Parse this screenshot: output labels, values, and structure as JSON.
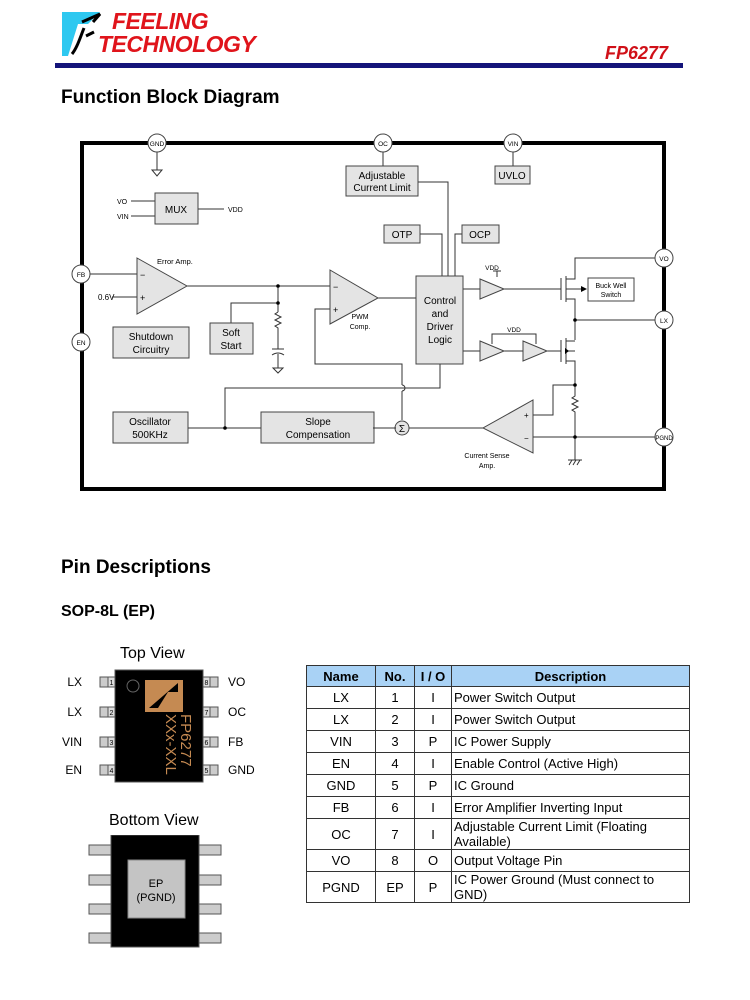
{
  "header": {
    "logo_line1": "FEELING",
    "logo_line2": "TECHNOLOGY",
    "part_number": "FP6277",
    "colors": {
      "brand_red": "#e0141b",
      "rule_navy": "#14147a",
      "logo_cyan": "#2ec8f0"
    }
  },
  "block_diagram": {
    "title": "Function Block Diagram",
    "pins": {
      "gnd": "GND",
      "oc": "OC",
      "vin": "VIN",
      "fb": "FB",
      "en": "EN",
      "vo": "VO",
      "lx": "LX",
      "pgnd": "PGND"
    },
    "blocks": {
      "mux": "MUX",
      "adj_line1": "Adjustable",
      "adj_line2": "Current Limit",
      "uvlo": "UVLO",
      "otp": "OTP",
      "ocp": "OCP",
      "ctrl_line1": "Control",
      "ctrl_line2": "and",
      "ctrl_line3": "Driver",
      "ctrl_line4": "Logic",
      "shutdown_line1": "Shutdown",
      "shutdown_line2": "Circuitry",
      "soft_line1": "Soft",
      "soft_line2": "Start",
      "osc_line1": "Oscillator",
      "osc_line2": "500KHz",
      "slope_line1": "Slope",
      "slope_line2": "Compensation",
      "buck_line1": "Buck Well",
      "buck_line2": "Switch"
    },
    "labels": {
      "mux_in1": "VO",
      "mux_in2": "VIN",
      "mux_out": "VDD",
      "error_amp": "Error Amp.",
      "vref": "0.6V",
      "pwm_line1": "PWM",
      "pwm_line2": "Comp.",
      "vdd_top": "VDD",
      "vdd_bottom": "VDD",
      "cs_line1": "Current Sense",
      "cs_line2": "Amp.",
      "sigma": "Σ",
      "minus": "−",
      "plus": "+"
    }
  },
  "pin_section": {
    "title": "Pin Descriptions",
    "package": "SOP-8L (EP)",
    "top_view": {
      "title": "Top View",
      "marking_line1": "FP6277",
      "marking_line2": "XXx-XXL",
      "left_pins": [
        {
          "num": "1",
          "name": "LX"
        },
        {
          "num": "2",
          "name": "LX"
        },
        {
          "num": "3",
          "name": "VIN"
        },
        {
          "num": "4",
          "name": "EN"
        }
      ],
      "right_pins": [
        {
          "num": "8",
          "name": "VO"
        },
        {
          "num": "7",
          "name": "OC"
        },
        {
          "num": "6",
          "name": "FB"
        },
        {
          "num": "5",
          "name": "GND"
        }
      ]
    },
    "bottom_view": {
      "title": "Bottom View",
      "pad_line1": "EP",
      "pad_line2": "(PGND)"
    },
    "table": {
      "headers": [
        "Name",
        "No.",
        "I / O",
        "Description"
      ],
      "rows": [
        {
          "name": "LX",
          "no": "1",
          "io": "I",
          "desc": "Power Switch Output"
        },
        {
          "name": "LX",
          "no": "2",
          "io": "I",
          "desc": "Power Switch Output"
        },
        {
          "name": "VIN",
          "no": "3",
          "io": "P",
          "desc": "IC Power Supply"
        },
        {
          "name": "EN",
          "no": "4",
          "io": "I",
          "desc": "Enable Control (Active High)"
        },
        {
          "name": "GND",
          "no": "5",
          "io": "P",
          "desc": "IC Ground"
        },
        {
          "name": "FB",
          "no": "6",
          "io": "I",
          "desc": "Error Amplifier Inverting Input"
        },
        {
          "name": "OC",
          "no": "7",
          "io": "I",
          "desc": "Adjustable Current Limit (Floating Available)"
        },
        {
          "name": "VO",
          "no": "8",
          "io": "O",
          "desc": "Output Voltage Pin"
        },
        {
          "name": "PGND",
          "no": "EP",
          "io": "P",
          "desc": "IC Power Ground (Must connect to GND)"
        }
      ],
      "header_color": "#a9d2f5"
    }
  }
}
